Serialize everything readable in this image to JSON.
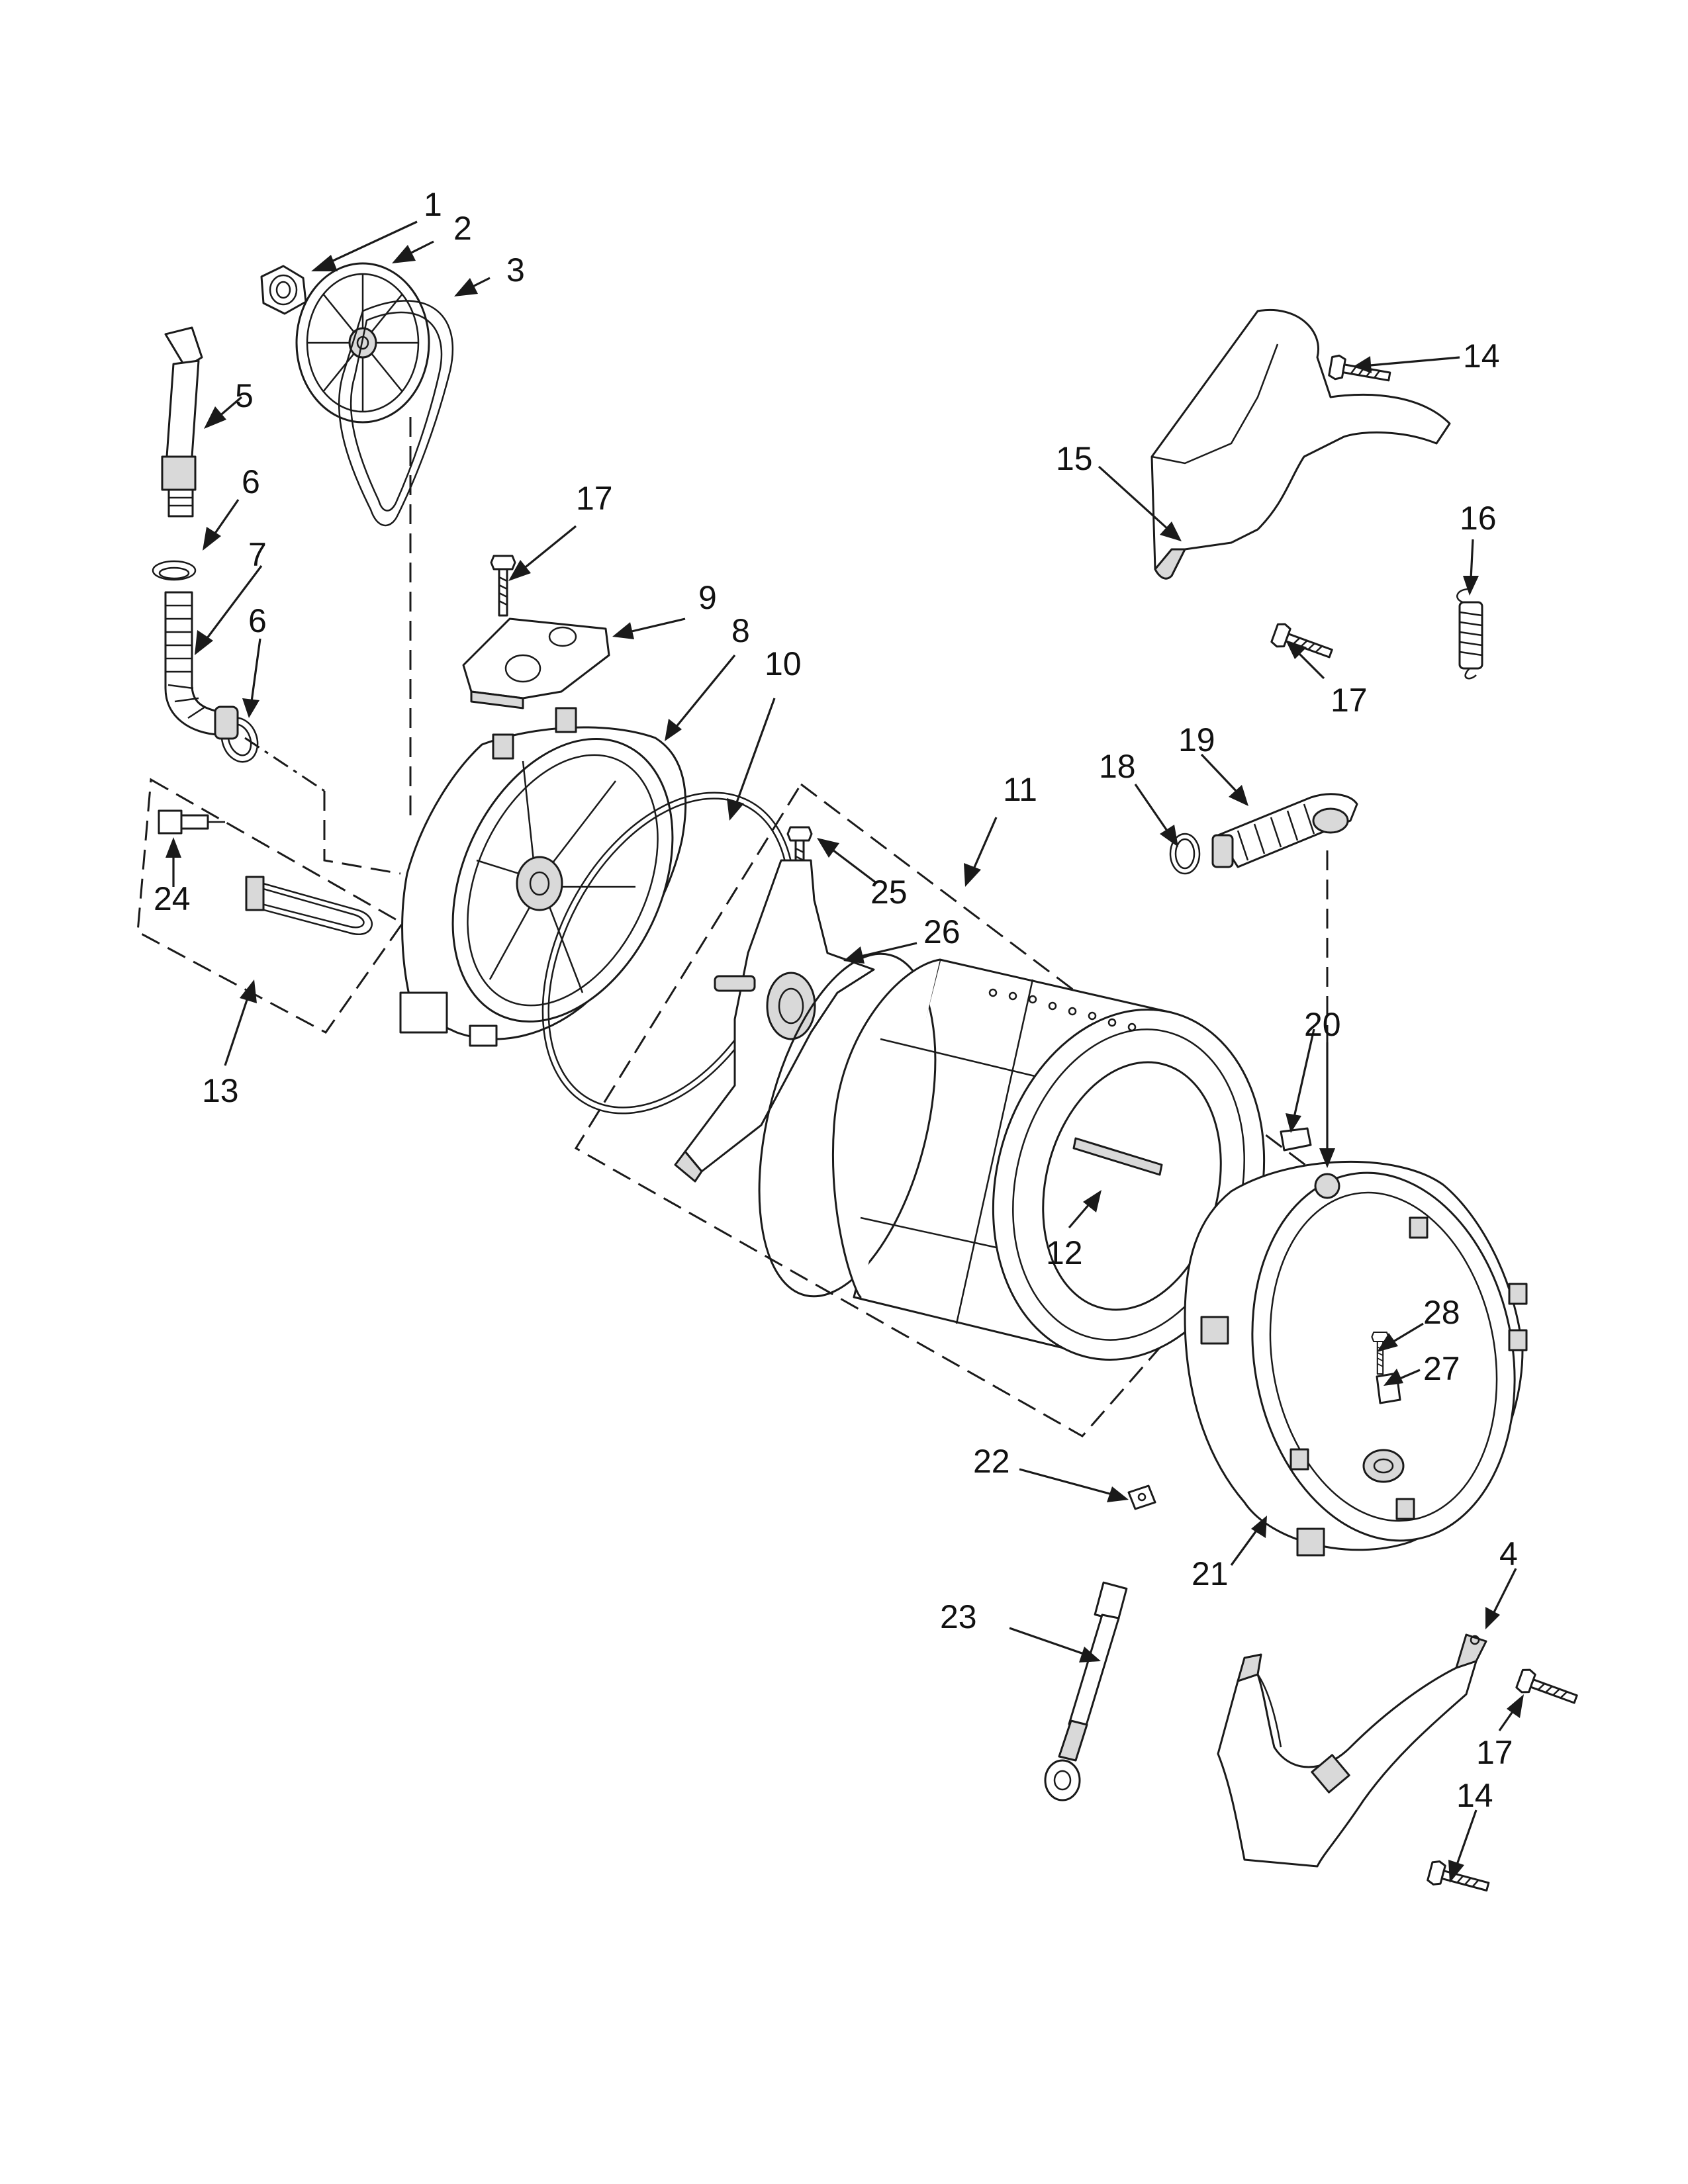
{
  "callouts": [
    {
      "id": "c1",
      "text": "1"
    },
    {
      "id": "c2",
      "text": "2"
    },
    {
      "id": "c3",
      "text": "3"
    },
    {
      "id": "c4",
      "text": "4"
    },
    {
      "id": "c5",
      "text": "5"
    },
    {
      "id": "c6a",
      "text": "6"
    },
    {
      "id": "c6b",
      "text": "6"
    },
    {
      "id": "c7",
      "text": "7"
    },
    {
      "id": "c8",
      "text": "8"
    },
    {
      "id": "c9",
      "text": "9"
    },
    {
      "id": "c10",
      "text": "10"
    },
    {
      "id": "c11",
      "text": "11"
    },
    {
      "id": "c12",
      "text": "12"
    },
    {
      "id": "c13",
      "text": "13"
    },
    {
      "id": "c14a",
      "text": "14"
    },
    {
      "id": "c14b",
      "text": "14"
    },
    {
      "id": "c15",
      "text": "15"
    },
    {
      "id": "c16",
      "text": "16"
    },
    {
      "id": "c17a",
      "text": "17"
    },
    {
      "id": "c17b",
      "text": "17"
    },
    {
      "id": "c17c",
      "text": "17"
    },
    {
      "id": "c18",
      "text": "18"
    },
    {
      "id": "c19",
      "text": "19"
    },
    {
      "id": "c20",
      "text": "20"
    },
    {
      "id": "c21",
      "text": "21"
    },
    {
      "id": "c22",
      "text": "22"
    },
    {
      "id": "c23",
      "text": "23"
    },
    {
      "id": "c24",
      "text": "24"
    },
    {
      "id": "c25",
      "text": "25"
    },
    {
      "id": "c26",
      "text": "26"
    },
    {
      "id": "c27",
      "text": "27"
    },
    {
      "id": "c28",
      "text": "28"
    }
  ]
}
